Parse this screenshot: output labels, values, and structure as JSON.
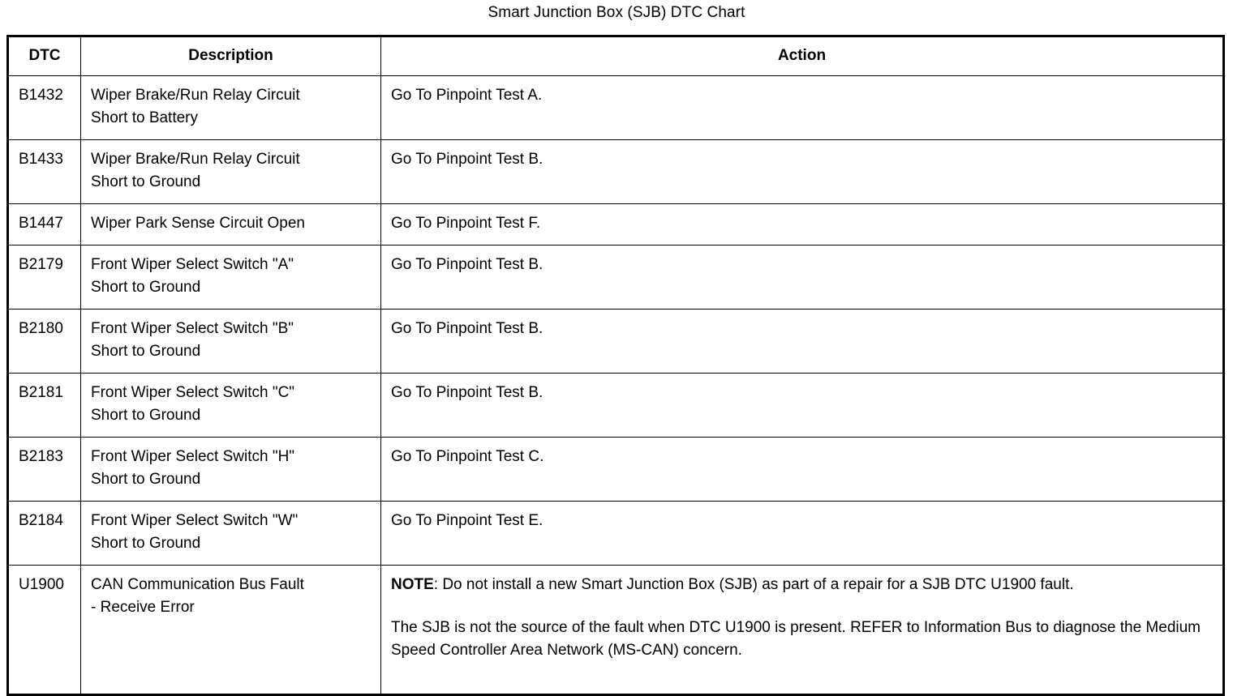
{
  "document": {
    "title": "Smart Junction Box (SJB) DTC Chart"
  },
  "table": {
    "headers": {
      "dtc": "DTC",
      "description": "Description",
      "action": "Action"
    },
    "rows": [
      {
        "dtc": "B1432",
        "description_lines": [
          "Wiper Brake/Run Relay Circuit",
          "Short to Battery"
        ],
        "action": "Go To Pinpoint Test A."
      },
      {
        "dtc": "B1433",
        "description_lines": [
          "Wiper Brake/Run Relay Circuit",
          "Short to Ground"
        ],
        "action": "Go To Pinpoint Test B."
      },
      {
        "dtc": "B1447",
        "description_lines": [
          "Wiper Park Sense Circuit Open"
        ],
        "action": "Go To Pinpoint Test F."
      },
      {
        "dtc": "B2179",
        "description_lines": [
          "Front Wiper Select Switch \"A\"",
          "Short to Ground"
        ],
        "action": "Go To Pinpoint Test B."
      },
      {
        "dtc": "B2180",
        "description_lines": [
          "Front Wiper Select Switch \"B\"",
          "Short to Ground"
        ],
        "action": "Go To Pinpoint Test B."
      },
      {
        "dtc": "B2181",
        "description_lines": [
          "Front Wiper Select Switch \"C\"",
          "Short to Ground"
        ],
        "action": "Go To Pinpoint Test B."
      },
      {
        "dtc": "B2183",
        "description_lines": [
          "Front Wiper Select Switch \"H\"",
          "Short to Ground"
        ],
        "action": "Go To Pinpoint Test C."
      },
      {
        "dtc": "B2184",
        "description_lines": [
          "Front Wiper Select Switch \"W\"",
          "Short to Ground"
        ],
        "action": "Go To Pinpoint Test E."
      },
      {
        "dtc": "U1900",
        "description_lines": [
          "CAN Communication Bus Fault",
          "- Receive Error"
        ],
        "note_label": "NOTE",
        "note_paragraph_1": ": Do not install a new Smart Junction Box (SJB) as part of a repair for a SJB DTC U1900 fault.",
        "note_paragraph_2": "The SJB is not the source of the fault when DTC U1900 is present. REFER to Information Bus to diagnose the Medium Speed Controller Area Network (MS-CAN) concern."
      }
    ]
  },
  "colors": {
    "text": "#000000",
    "background": "#ffffff",
    "border": "#000000"
  }
}
